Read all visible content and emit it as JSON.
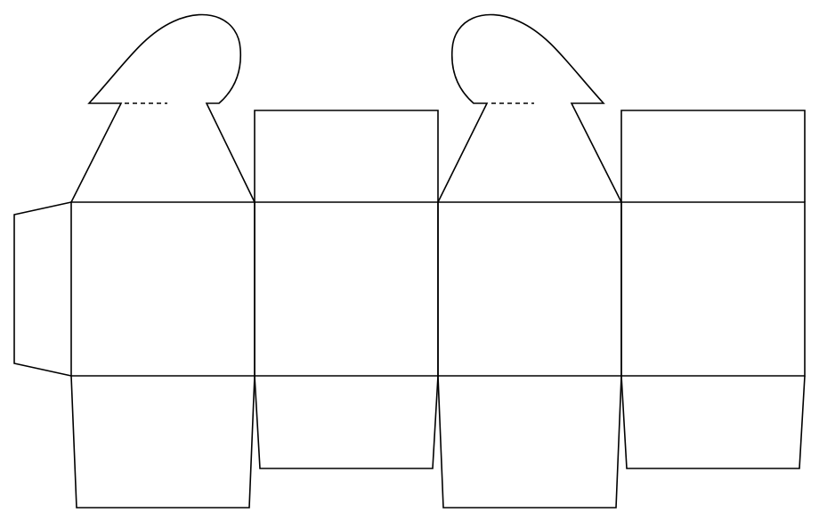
{
  "diagram": {
    "type": "box-net",
    "description_free": true,
    "colors": {
      "background": "#ffffff",
      "line": "#000000"
    },
    "faces": {
      "side_panels": 4,
      "top_flaps": 4,
      "bottom_flaps": 4,
      "glue_tab": 1,
      "handle_tabs": 2
    }
  }
}
